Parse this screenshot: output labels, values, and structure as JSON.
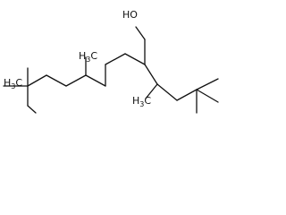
{
  "structure": {
    "labels": {
      "hydroxyl": "HO",
      "methyl_left": "H3C",
      "methyl_branch": "H3C",
      "methyl_small": "H3C"
    },
    "label_parts": {
      "hydroxyl": [
        "HO",
        ""
      ],
      "methyl_left": [
        "H",
        "3",
        "C"
      ],
      "methyl_branch": [
        "H",
        "3",
        "C"
      ],
      "methyl_small": [
        "H",
        "3",
        "C"
      ]
    }
  }
}
